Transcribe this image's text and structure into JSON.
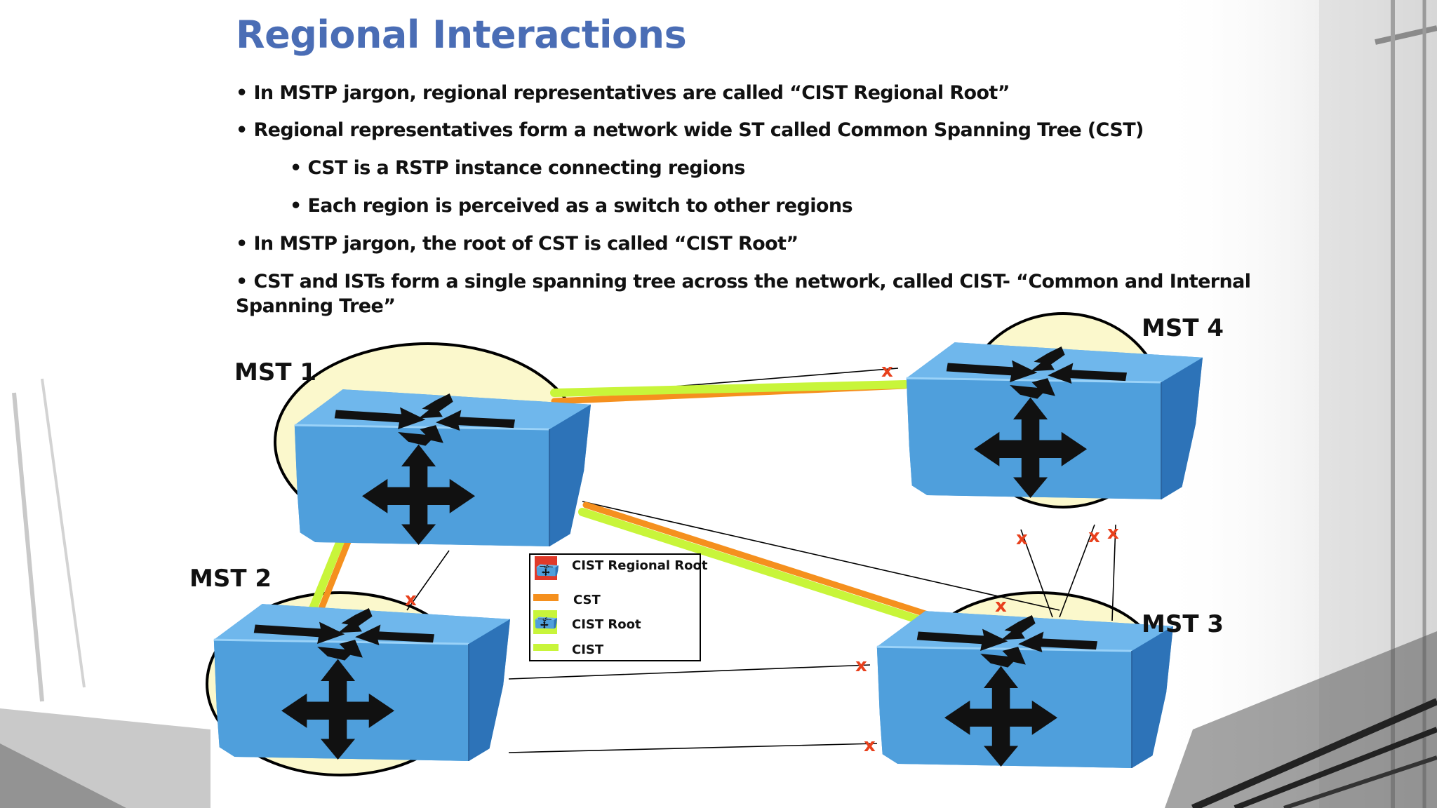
{
  "slide": {
    "title": "Regional Interactions",
    "bullets": [
      "• In MSTP jargon, regional representatives are called “CIST Regional Root”",
      "• Regional representatives form a network wide ST called Common Spanning Tree (CST)",
      "• CST is a RSTP instance connecting regions",
      "• Each region is perceived as a switch to other regions",
      "• In MSTP jargon, the root of CST is called “CIST Root”",
      "• CST and ISTs form a single spanning tree across the network, called CIST- “Common and Internal",
      "Spanning Tree”"
    ]
  },
  "diagram": {
    "regions": {
      "mst1": "MST 1",
      "mst2": "MST 2",
      "mst3": "MST 3",
      "mst4": "MST 4"
    },
    "blocked_marker": "x",
    "legend": {
      "regional_root": "CIST Regional Root",
      "cst": "CST",
      "cist_root": "CIST Root",
      "cist": "CIST"
    },
    "colors": {
      "title": "#4a6db5",
      "switch": "#4f9fdc",
      "region_fill": "#fbf8cc",
      "cst_link": "#f5901e",
      "cist_link": "#c8f53a",
      "blocked": "#e8401c"
    }
  }
}
